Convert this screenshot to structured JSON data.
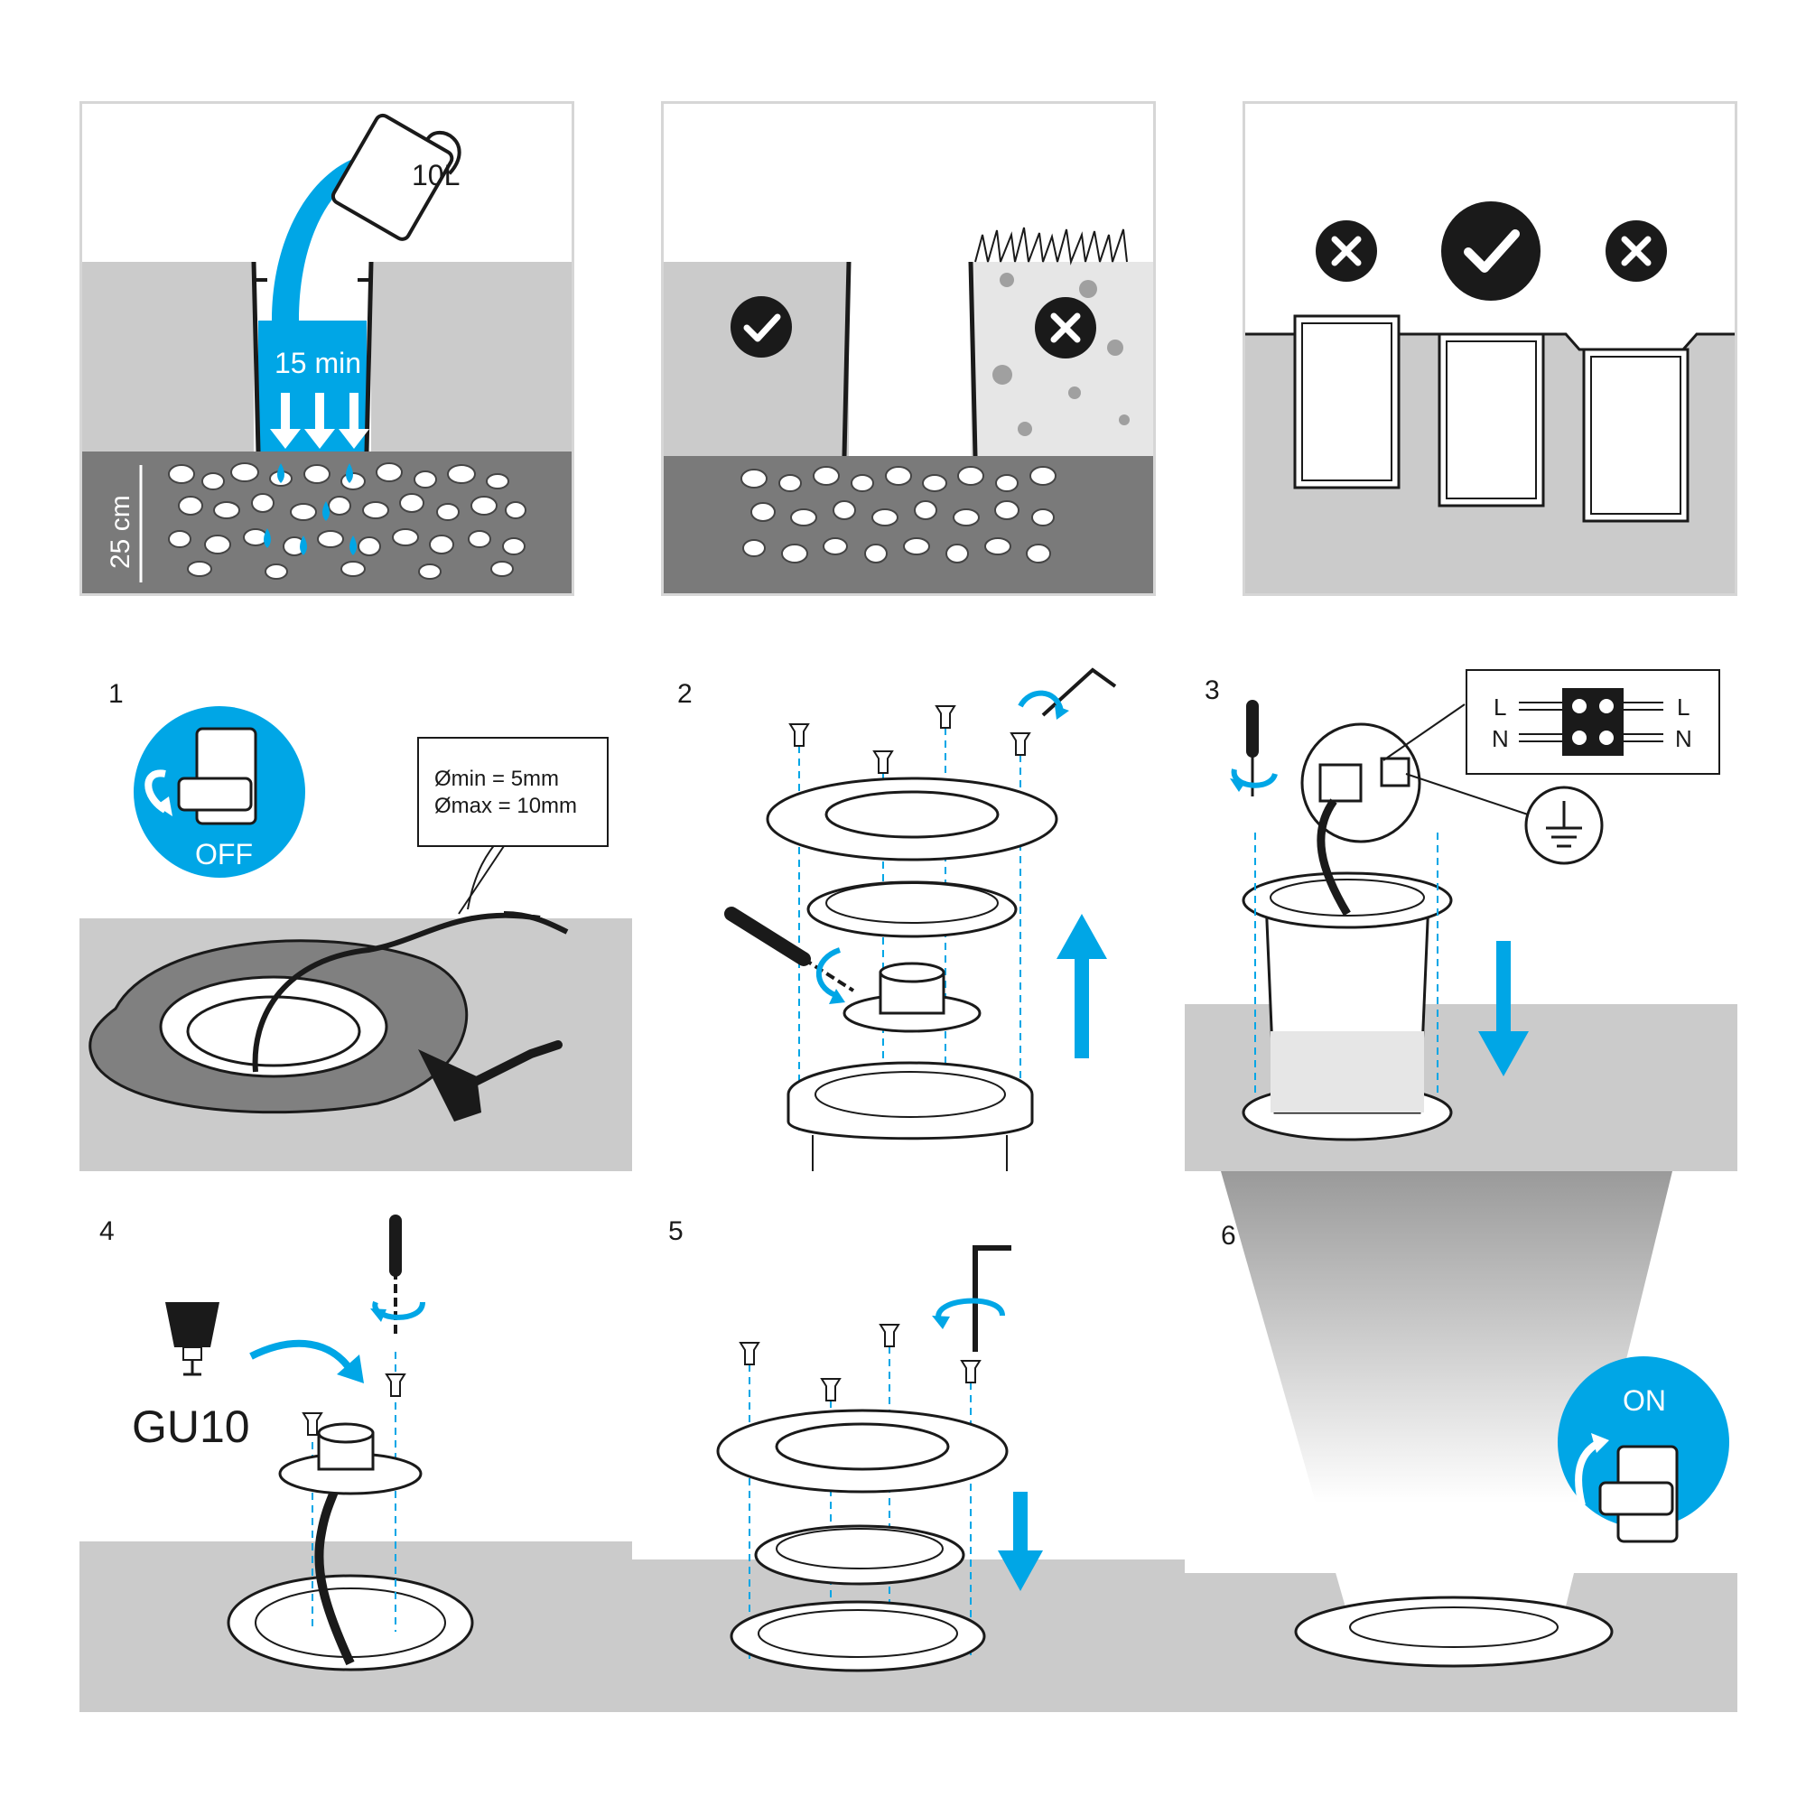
{
  "colors": {
    "blue": "#00a6e6",
    "dark": "#1a1a1a",
    "ground": "#cbcbcb",
    "gravel": "#7a7a7a",
    "white": "#ffffff"
  },
  "top": {
    "drainage": {
      "can_label": "10L",
      "time_label": "15 min",
      "depth_label": "25 cm"
    },
    "soil": {
      "ok_icon": "check-circle-icon",
      "bad_icon": "cross-circle-icon"
    },
    "height": {
      "icons": [
        "cross-circle-icon",
        "check-circle-icon",
        "cross-circle-icon"
      ]
    }
  },
  "steps": [
    {
      "number": "1",
      "switch_label": "OFF",
      "cable_min": "Ømin = 5mm",
      "cable_max": "Ømax = 10mm"
    },
    {
      "number": "2"
    },
    {
      "number": "3",
      "terminal": {
        "l_left": "L",
        "l_right": "L",
        "n_left": "N",
        "n_right": "N"
      },
      "earth_icon": "ground-icon"
    },
    {
      "number": "4",
      "lamp_label": "GU10"
    },
    {
      "number": "5"
    },
    {
      "number": "6",
      "switch_label": "ON"
    }
  ]
}
